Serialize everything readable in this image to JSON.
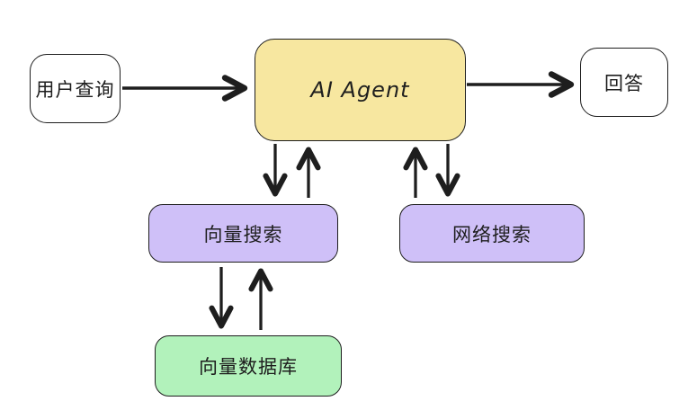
{
  "diagram": {
    "background": "#ffffff",
    "stroke_color": "#1e1e1e",
    "nodes": {
      "user_query": {
        "label": "用户查询",
        "fill": "#ffffff",
        "shape": "rounded-rect"
      },
      "ai_agent": {
        "label": "AI Agent",
        "fill": "#f7e7a0",
        "shape": "rounded-rect"
      },
      "answer": {
        "label": "回答",
        "fill": "#ffffff",
        "shape": "rounded-rect"
      },
      "vector_search": {
        "label": "向量搜索",
        "fill": "#cfc0f8",
        "shape": "rounded-rect"
      },
      "web_search": {
        "label": "网络搜索",
        "fill": "#cfc0f8",
        "shape": "rounded-rect"
      },
      "vector_database": {
        "label": "向量数据库",
        "fill": "#b2f2bb",
        "shape": "rounded-rect"
      }
    },
    "edges": [
      {
        "from": "user_query",
        "to": "ai_agent"
      },
      {
        "from": "ai_agent",
        "to": "answer"
      },
      {
        "from": "ai_agent",
        "to": "vector_search"
      },
      {
        "from": "vector_search",
        "to": "ai_agent"
      },
      {
        "from": "ai_agent",
        "to": "web_search"
      },
      {
        "from": "web_search",
        "to": "ai_agent"
      },
      {
        "from": "vector_search",
        "to": "vector_database"
      },
      {
        "from": "vector_database",
        "to": "vector_search"
      }
    ]
  }
}
